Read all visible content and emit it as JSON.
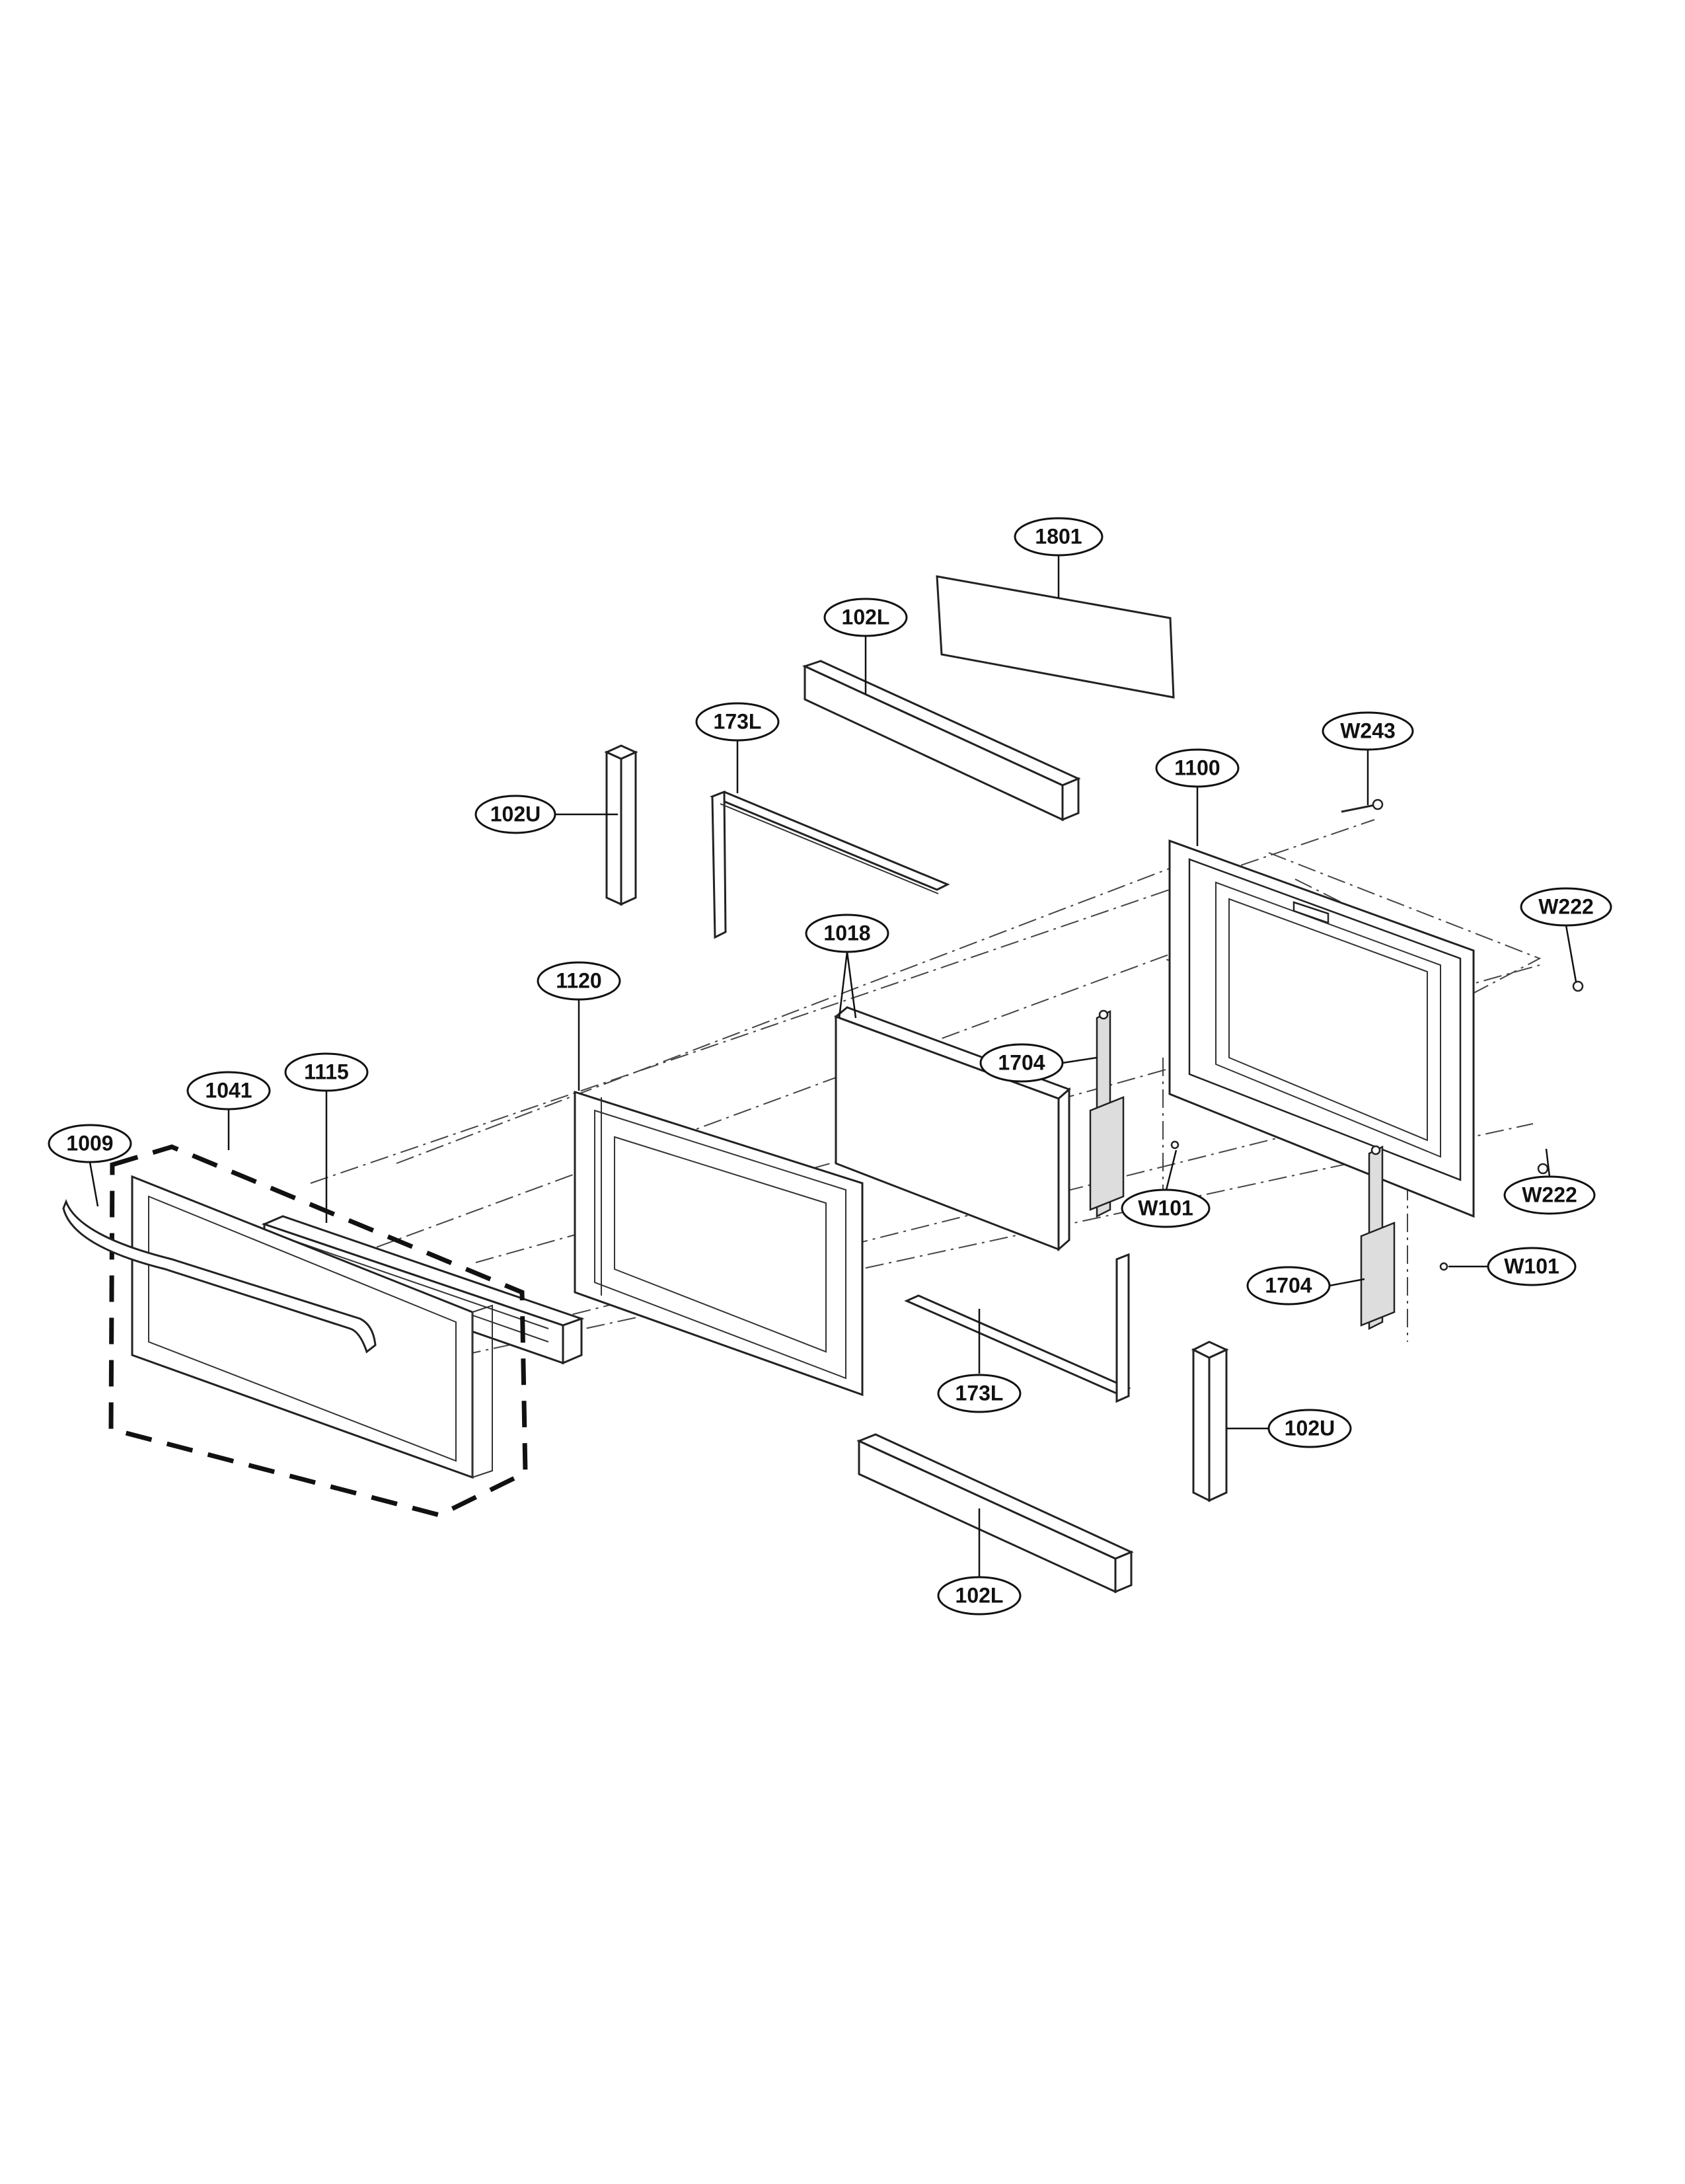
{
  "callouts": [
    {
      "id": "c-1801",
      "label": "1801"
    },
    {
      "id": "c-102l-top",
      "label": "102L"
    },
    {
      "id": "c-173l-top",
      "label": "173L"
    },
    {
      "id": "c-102u-left",
      "label": "102U"
    },
    {
      "id": "c-w243",
      "label": "W243"
    },
    {
      "id": "c-1100",
      "label": "1100"
    },
    {
      "id": "c-w222-top",
      "label": "W222"
    },
    {
      "id": "c-1018",
      "label": "1018"
    },
    {
      "id": "c-1120",
      "label": "1120"
    },
    {
      "id": "c-1704-top",
      "label": "1704"
    },
    {
      "id": "c-1041",
      "label": "1041"
    },
    {
      "id": "c-1115",
      "label": "1115"
    },
    {
      "id": "c-w222-bottom",
      "label": "W222"
    },
    {
      "id": "c-1009",
      "label": "1009"
    },
    {
      "id": "c-w101-left",
      "label": "W101"
    },
    {
      "id": "c-w101-right",
      "label": "W101"
    },
    {
      "id": "c-1704-bottom",
      "label": "1704"
    },
    {
      "id": "c-173l-bottom",
      "label": "173L"
    },
    {
      "id": "c-102u-right",
      "label": "102U"
    },
    {
      "id": "c-102l-bottom",
      "label": "102L"
    }
  ]
}
